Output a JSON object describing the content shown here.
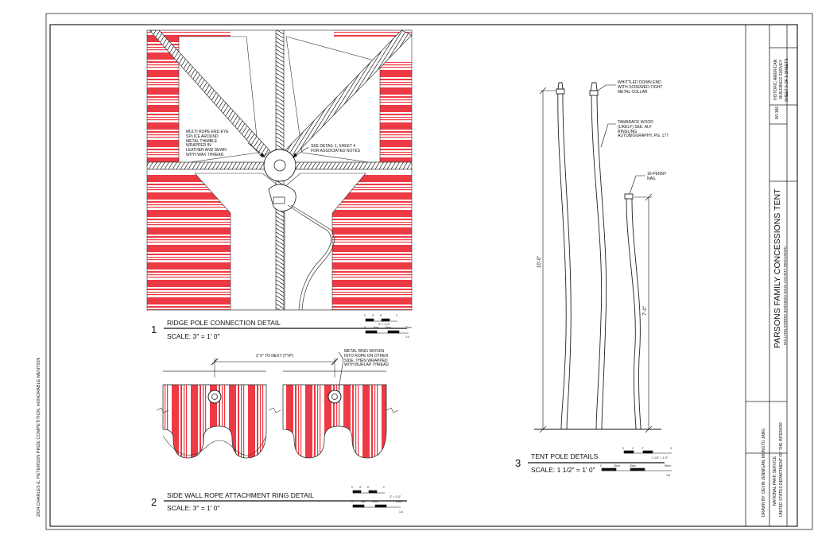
{
  "colors": {
    "stripe": "#ee3a44",
    "ink": "#111111"
  },
  "sidebar": {
    "competition": "2024 CHARLES E. PETERSON PRIZE COMPETITION, HONORABLE MENTION"
  },
  "detail1": {
    "number": "1",
    "title": "RIDGE POLE CONNECTION DETAIL",
    "scale": "SCALE: 3\" = 1' 0\"",
    "note_left": [
      "MULTI ROPE END EYE",
      "SPLICE AROUND",
      "METAL THIMBLE",
      "WRAPPED IN",
      "LEATHER AND SEWN",
      "WITH WAX THREAD"
    ],
    "note_right": [
      "SEE DETAIL 1, SHEET 4",
      "FOR ASSOCIATED NOTES"
    ],
    "bar_imperial": "3\" = 1'-0\"",
    "bar_metric_ratio": "1:4",
    "bar_ticks_ft": [
      "0",
      "3\"",
      "6\"",
      "1'"
    ],
    "bar_ticks_m": [
      "0",
      "5cm",
      "10cm",
      "30cm"
    ]
  },
  "detail2": {
    "number": "2",
    "title": "SIDE WALL ROPE ATTACHMENT RING DETAIL",
    "scale": "SCALE: 3\" = 1' 0\"",
    "dimension": "3' 0\" TO NEXT (TYP)",
    "note": [
      "METAL RING WOVEN",
      "INTO ROPE ON OTHER",
      "SIDE, THEN WRAPPED",
      "WITH BURLAP THREAD"
    ],
    "bar_imperial": "3\" = 1'-0\"",
    "bar_metric_ratio": "1:4",
    "bar_ticks_ft": [
      "0",
      "3\"",
      "6\"",
      "1'"
    ],
    "bar_ticks_m": [
      "0",
      "5cm",
      "10cm",
      "30cm"
    ]
  },
  "detail3": {
    "number": "3",
    "title": "TENT POLE DETAILS",
    "scale": "SCALE: 1 1/2\" = 1' 0\"",
    "note_top": [
      "WHITTLED DOWN END",
      "WITH SCREWED-TIGHT",
      "METAL COLLAR"
    ],
    "note_mid": [
      "TAMARACK WOOD",
      "(LIKELY) SEE: ALF",
      "RINGLING",
      "AUTOBIOGRAPHY, PG. 177"
    ],
    "note_nail": [
      "16-PENNY",
      "NAIL"
    ],
    "dim_tall": "10'-0\"",
    "dim_short": "7'-0\"",
    "bar_imperial": "1 1/2\" = 1'-0\"",
    "bar_metric_ratio": "1:8",
    "bar_ticks_ft": [
      "0",
      "1'",
      "2'",
      "4'"
    ],
    "bar_ticks_m": [
      "0",
      "15cm",
      "30cm",
      "60cm"
    ]
  },
  "title_block": {
    "project": "PARSONS FAMILY CONCESSIONS TENT",
    "address": "815 LYNN STREET    BARABOO    SAUK COUNTY    WISCONSIN",
    "drawn_by": "DRAWN BY: DEVIN JENNIGAN, MONGYU JANG",
    "agency_1": "NATIONAL PARK SERVICE",
    "agency_2": "UNITED STATES DEPARTMENT OF THE INTERIOR",
    "survey_id": "WI-186",
    "survey_name": [
      "HISTORIC AMERICAN",
      "BUILDINGS SURVEY"
    ],
    "sheet": "SHEET 5 OF 5 SHEETS"
  }
}
